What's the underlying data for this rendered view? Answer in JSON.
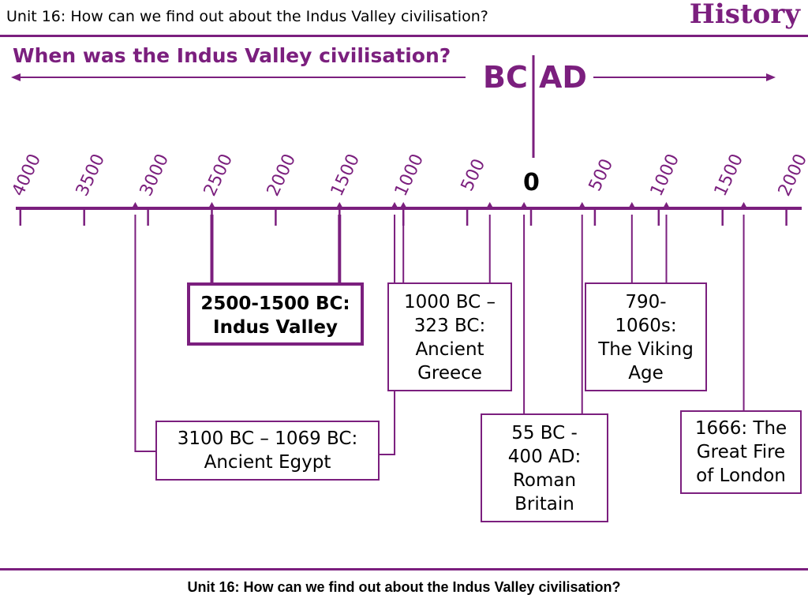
{
  "header": {
    "title": "Unit 16: How can we find out about the Indus Valley civilisation?",
    "brand": "History"
  },
  "question": "When was the Indus Valley civilisation?",
  "eras": {
    "bc": "BC",
    "ad": "AD"
  },
  "timeline": {
    "zero_label": "0",
    "ticks": [
      {
        "label": "4000",
        "year": -4000
      },
      {
        "label": "3500",
        "year": -3500
      },
      {
        "label": "3000",
        "year": -3000
      },
      {
        "label": "2500",
        "year": -2500
      },
      {
        "label": "2000",
        "year": -2000
      },
      {
        "label": "1500",
        "year": -1500
      },
      {
        "label": "1000",
        "year": -1000
      },
      {
        "label": "500",
        "year": -500
      },
      {
        "label": "500",
        "year": 500
      },
      {
        "label": "1000",
        "year": 1000
      },
      {
        "label": "1500",
        "year": 1500
      },
      {
        "label": "2000",
        "year": 2000
      }
    ]
  },
  "events": [
    {
      "id": "indus",
      "lines": [
        "2500-1500 BC:",
        "Indus Valley"
      ],
      "start": -2500,
      "end": -1500
    },
    {
      "id": "egypt",
      "lines": [
        "3100 BC – 1069 BC:",
        "Ancient Egypt"
      ],
      "start": -3100,
      "end": -1069
    },
    {
      "id": "greece",
      "lines": [
        "1000 BC –",
        "323 BC:",
        "Ancient",
        "Greece"
      ],
      "start": -1000,
      "end": -323
    },
    {
      "id": "rome",
      "lines": [
        "55 BC -",
        "400 AD:",
        "Roman",
        "Britain"
      ],
      "start": -55,
      "end": 400
    },
    {
      "id": "viking",
      "lines": [
        "790-",
        "1060s:",
        "The Viking",
        "Age"
      ],
      "start": 790,
      "end": 1060
    },
    {
      "id": "fire",
      "lines": [
        "1666: The",
        "Great Fire",
        "of London"
      ],
      "start": 1666
    }
  ],
  "footer": {
    "title": "Unit 16: How can we find out about the Indus Valley civilisation?"
  },
  "colors": {
    "accent": "#7b1f7e",
    "text": "#000000"
  }
}
